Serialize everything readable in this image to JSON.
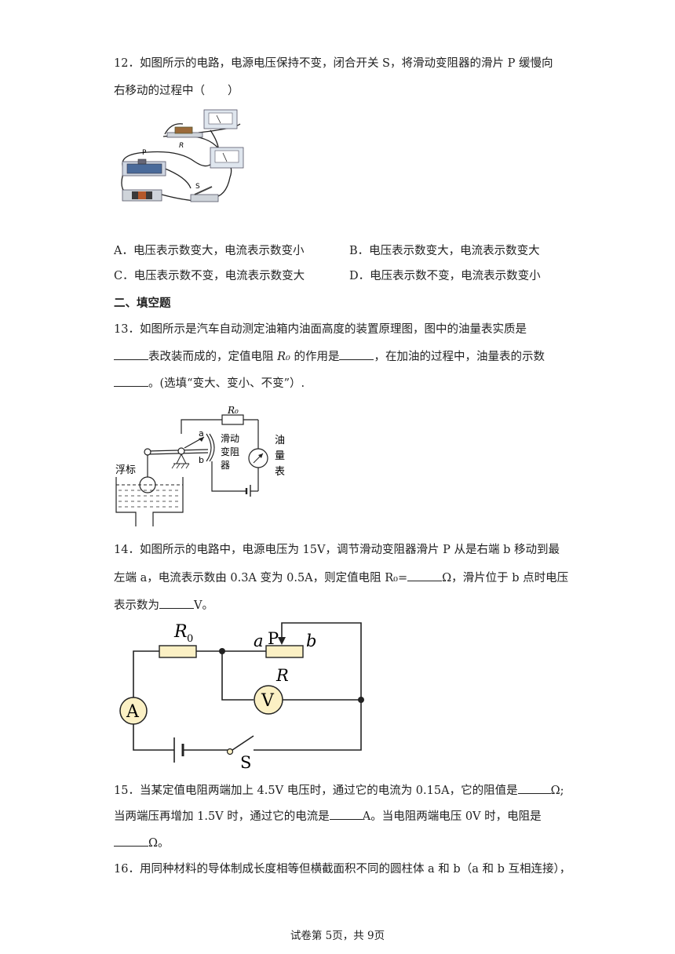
{
  "q12": {
    "line1": "12．如图所示的电路，电源电压保持不变，闭合开关 S，将滑动变阻器的滑片 P 缓慢向",
    "line2": "右移动的过程中（　　）",
    "figure": {
      "label_p": "P",
      "label_r": "R",
      "label_s": "S"
    },
    "options": {
      "a": "A．电压表示数变大，电流表示数变小",
      "b": "B．电压表示数变大，电流表示数变大",
      "c": "C．电压表示数不变，电流表示数变大",
      "d": "D．电压表示数不变，电流表示数变小"
    }
  },
  "section_title": "二、填空题",
  "q13": {
    "line1": "13．如图所示是汽车自动测定油箱内油面高度的装置原理图，图中的油量表实质是",
    "line2_part1": "表改装而成的，定值电阻 ",
    "line2_r0": "R₀",
    "line2_part2": " 的作用是",
    "line2_part3": "，在加油的过程中，油量表的示数",
    "line3": "。(选填“变大、变小、不变”）.",
    "figure": {
      "r0": "R₀",
      "a": "a",
      "b": "b",
      "rheostat": [
        "滑动",
        "变阻",
        "器"
      ],
      "meter": [
        "油",
        "量",
        "表"
      ],
      "float": "浮标"
    }
  },
  "q14": {
    "line1": "14．如图所示的电路中，电源电压为 15V，调节滑动变阻器滑片 P 从是右端 b 移动到最",
    "line2_part1": "左端 a，电流表示数由 0.3A 变为 0.5A，则定值电阻 R₀=",
    "line2_part2": "Ω，滑片位于 b 点时电压",
    "line3_part1": "表示数为",
    "line3_part2": "V。",
    "figure": {
      "r0": "R",
      "r0_sub": "0",
      "a": "a",
      "p": "P",
      "b": "b",
      "r": "R",
      "v": "V",
      "ammeter": "A",
      "s": "S"
    }
  },
  "q15": {
    "line1_part1": "15．当某定值电阻两端加上 4.5V 电压时，通过它的电流为 0.15A，它的阻值是",
    "line1_part2": "Ω;",
    "line2_part1": "当两端压再增加 1.5V 时，通过它的电流是",
    "line2_part2": "A。当电阻两端电压 0V 时，电阻是",
    "line3": "Ω。"
  },
  "q16": {
    "line1": "16．用同种材料的导体制成长度相等但横截面积不同的圆柱体 a 和 b（a 和 b 互相连接），"
  },
  "footer": "试卷第 5页，共 9页"
}
